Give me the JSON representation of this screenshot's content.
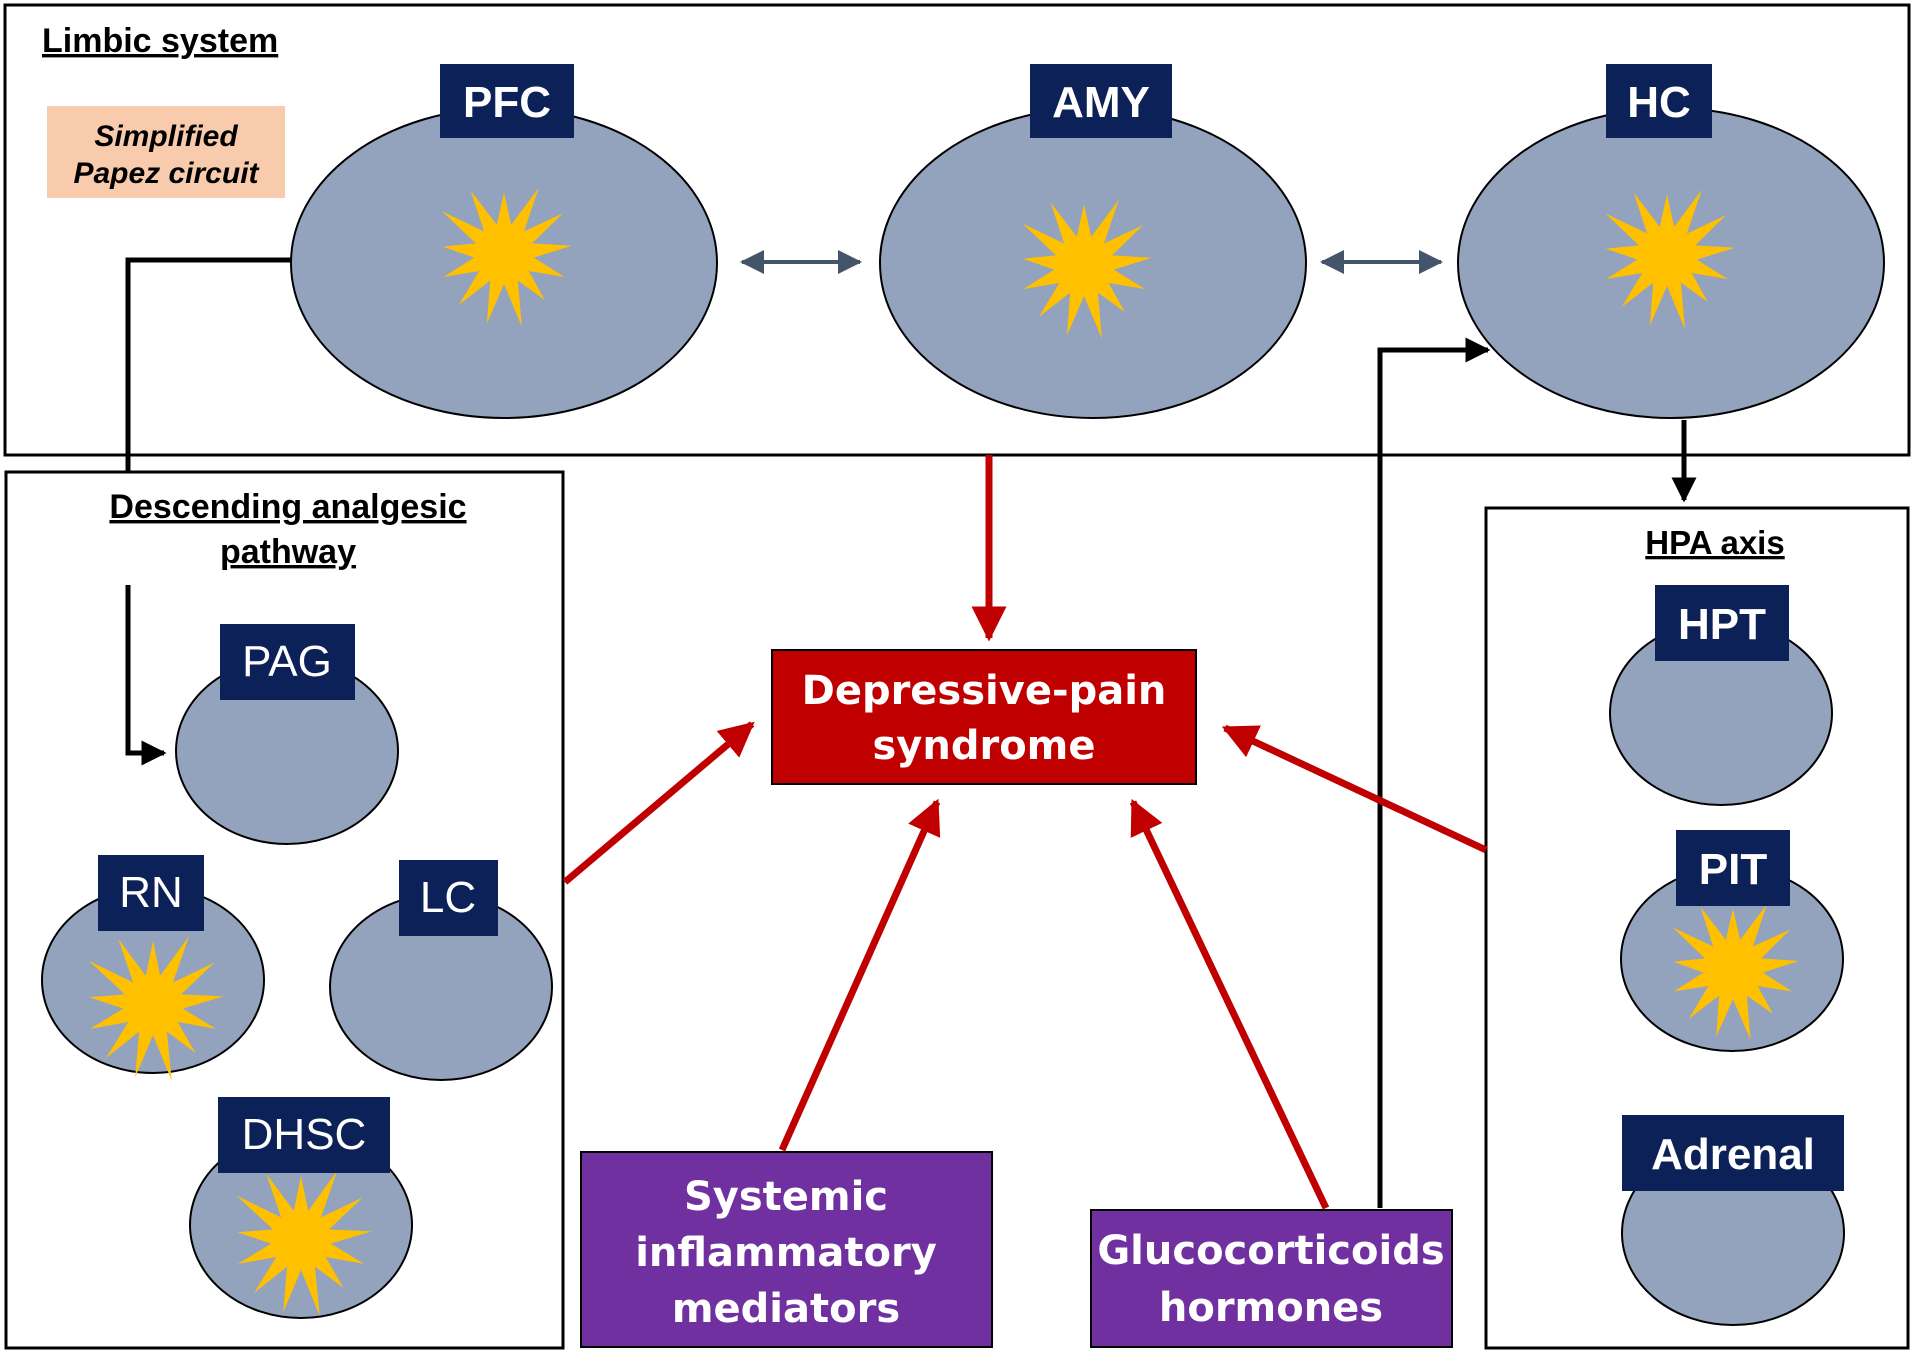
{
  "limbic": {
    "title": "Limbic system",
    "note_line1": "Simplified",
    "note_line2": "Papez circuit",
    "regions": {
      "pfc": "PFC",
      "amy": "AMY",
      "hc": "HC"
    }
  },
  "descending": {
    "title_line1": "Descending analgesic",
    "title_line2": "pathway",
    "regions": {
      "pag": "PAG",
      "rn": "RN",
      "lc": "LC",
      "dhsc": "DHSC"
    }
  },
  "hpa": {
    "title": "HPA axis",
    "regions": {
      "hpt": "HPT",
      "pit": "PIT",
      "adrenal": "Adrenal"
    }
  },
  "center": {
    "line1": "Depressive-pain",
    "line2": "syndrome"
  },
  "systemic": {
    "line1": "Systemic",
    "line2": "inflammatory",
    "line3": "mediators"
  },
  "gluco": {
    "line1": "Glucocorticoids",
    "line2": "hormones"
  },
  "colors": {
    "region_fill": "#94a3bd",
    "label_box": "#0d2159",
    "activation_star": "#ffc000",
    "center_box": "#c00000",
    "factor_box": "#7030a0",
    "note_box": "#f8cbad",
    "red_arrow": "#c00000"
  }
}
